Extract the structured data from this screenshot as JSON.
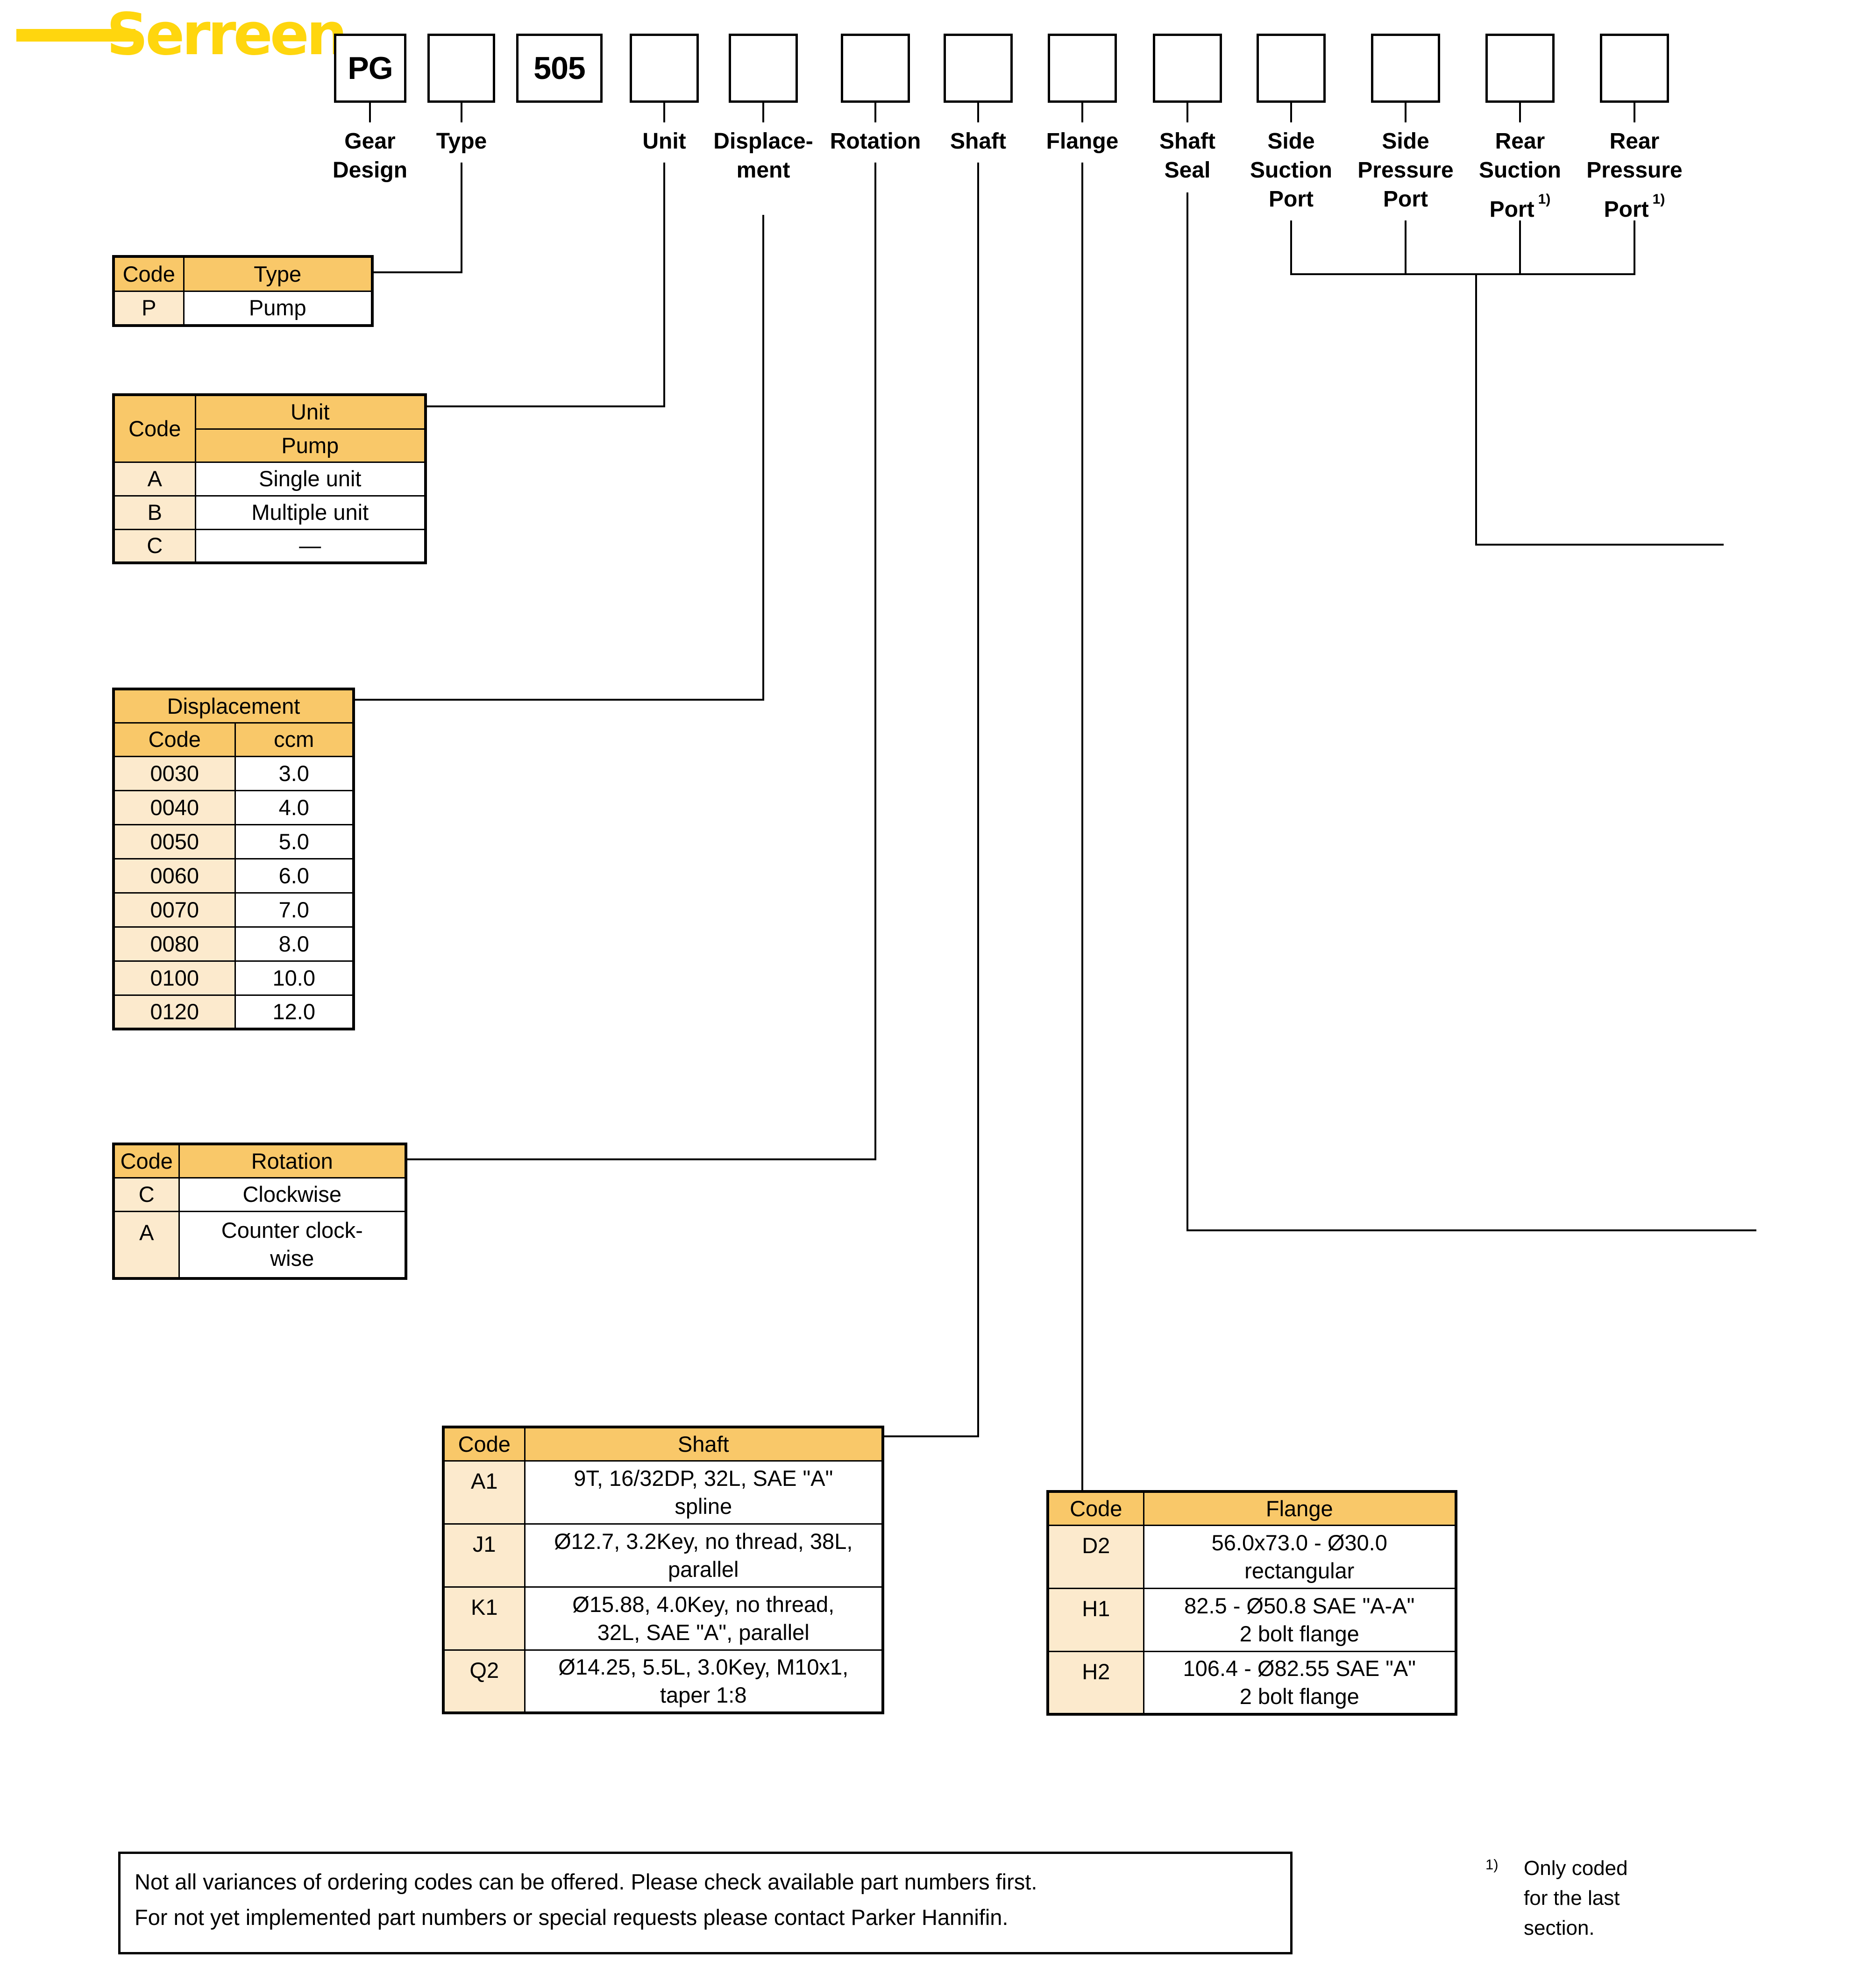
{
  "logo": {
    "text": "Serreen"
  },
  "code_boxes": [
    {
      "value": "PG",
      "label": "Gear\nDesign"
    },
    {
      "value": "",
      "label": "Type"
    },
    {
      "value": "505",
      "label": ""
    },
    {
      "value": "",
      "label": "Unit"
    },
    {
      "value": "",
      "label": "Displace-\nment"
    },
    {
      "value": "",
      "label": "Rotation"
    },
    {
      "value": "",
      "label": "Shaft"
    },
    {
      "value": "",
      "label": "Flange"
    },
    {
      "value": "",
      "label": "Shaft\nSeal"
    },
    {
      "value": "",
      "label": "Side\nSuction\nPort"
    },
    {
      "value": "",
      "label": "Side\nPressure\nPort"
    },
    {
      "value": "",
      "label": "Rear\nSuction\nPort",
      "footnote": "1)"
    },
    {
      "value": "",
      "label": "Rear\nPressure\nPort",
      "footnote": "1)"
    }
  ],
  "tables": {
    "type": {
      "headers": [
        "Code",
        "Type"
      ],
      "rows": [
        [
          "P",
          "Pump"
        ]
      ]
    },
    "unit": {
      "code_header": "Code",
      "group_header": "Unit",
      "sub_header": "Pump",
      "rows": [
        [
          "A",
          "Single unit"
        ],
        [
          "B",
          "Multiple unit"
        ],
        [
          "C",
          "—"
        ]
      ]
    },
    "displacement": {
      "title": "Displacement",
      "headers": [
        "Code",
        "ccm"
      ],
      "rows": [
        [
          "0030",
          "3.0"
        ],
        [
          "0040",
          "4.0"
        ],
        [
          "0050",
          "5.0"
        ],
        [
          "0060",
          "6.0"
        ],
        [
          "0070",
          "7.0"
        ],
        [
          "0080",
          "8.0"
        ],
        [
          "0100",
          "10.0"
        ],
        [
          "0120",
          "12.0"
        ]
      ]
    },
    "rotation": {
      "headers": [
        "Code",
        "Rotation"
      ],
      "rows": [
        [
          "C",
          "Clockwise"
        ],
        [
          "A",
          "Counter clock-\nwise"
        ]
      ]
    },
    "shaft": {
      "headers": [
        "Code",
        "Shaft"
      ],
      "rows": [
        [
          "A1",
          "9T, 16/32DP, 32L, SAE \"A\"\nspline"
        ],
        [
          "J1",
          "Ø12.7, 3.2Key, no thread, 38L,\nparallel"
        ],
        [
          "K1",
          "Ø15.88, 4.0Key, no thread,\n32L, SAE \"A\", parallel"
        ],
        [
          "Q2",
          "Ø14.25, 5.5L, 3.0Key, M10x1,\ntaper 1:8"
        ]
      ]
    },
    "flange": {
      "headers": [
        "Code",
        "Flange"
      ],
      "rows": [
        [
          "D2",
          "56.0x73.0 - Ø30.0\nrectangular"
        ],
        [
          "H1",
          "82.5 - Ø50.8 SAE \"A-A\"\n2 bolt flange"
        ],
        [
          "H2",
          "106.4 - Ø82.55 SAE \"A\"\n2 bolt flange"
        ]
      ]
    }
  },
  "note": {
    "line1": "Not all variances of ordering codes can be offered. Please check available part numbers first.",
    "line2": "For not yet implemented part numbers or special requests please contact Parker Hannifin."
  },
  "footnote": {
    "marker": "1)",
    "text": "Only coded\nfor the last\nsection."
  },
  "colors": {
    "header_orange": "#F9C869",
    "code_cream": "#FCEACD",
    "logo_yellow": "#FFD60E",
    "line_black": "#000000"
  }
}
